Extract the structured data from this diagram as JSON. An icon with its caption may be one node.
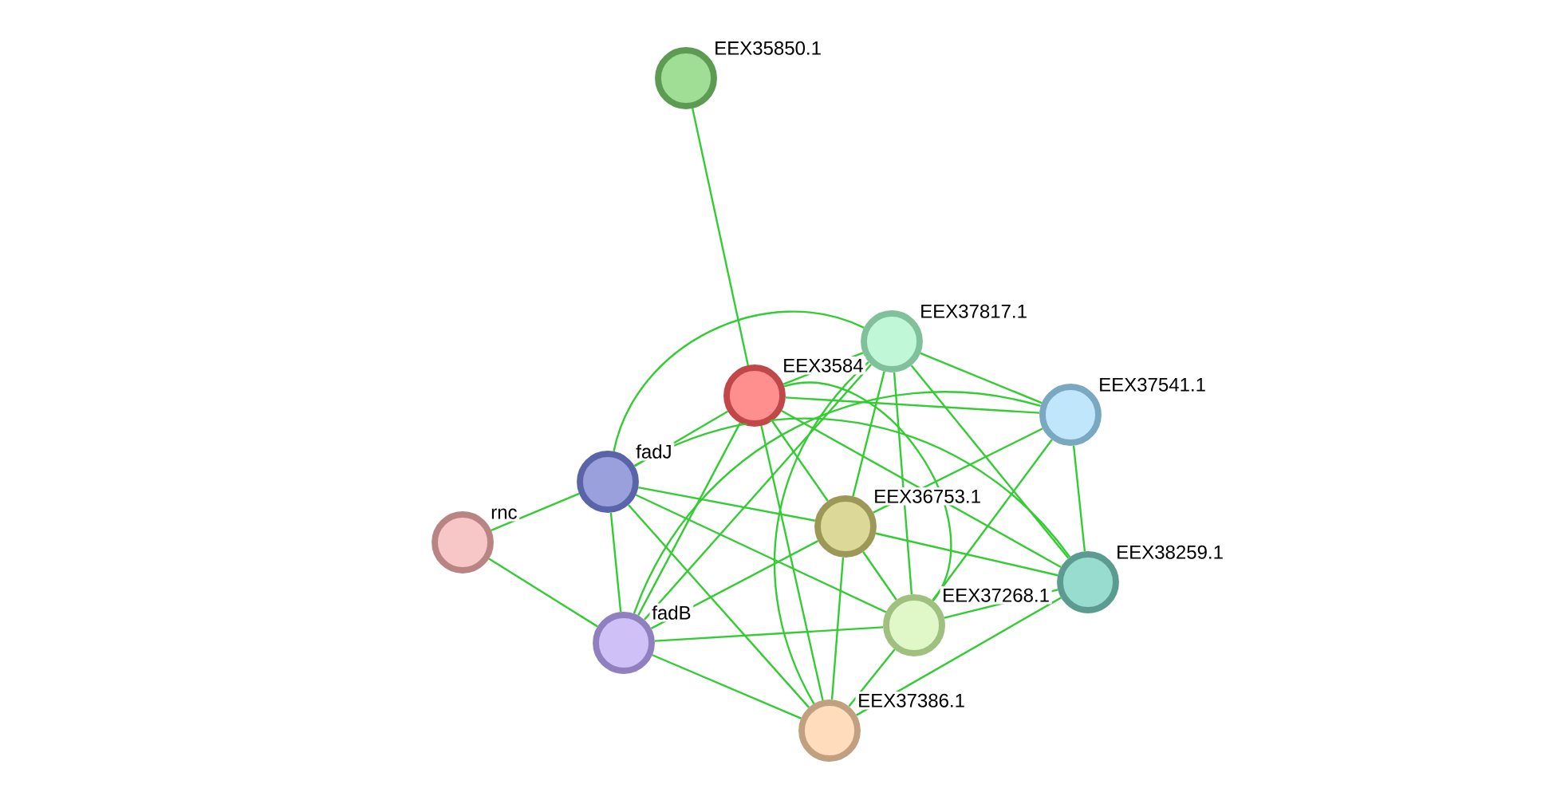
{
  "diagram": {
    "nodes": [
      {
        "text": [],
        "shape": "circle",
        "beside": [
          "EEX35850.1"
        ]
      },
      {
        "text": [],
        "shape": "circle",
        "beside": [
          "EEX3584"
        ]
      },
      {
        "text": [],
        "shape": "circle",
        "beside": [
          "EEX37817.1"
        ]
      },
      {
        "text": [],
        "shape": "circle",
        "beside": [
          "EEX37541.1"
        ]
      },
      {
        "text": [],
        "shape": "circle",
        "beside": [
          "fadJ"
        ]
      },
      {
        "text": [],
        "shape": "circle",
        "beside": [
          "rnc"
        ]
      },
      {
        "text": [],
        "shape": "circle",
        "beside": [
          "EEX36753.1"
        ]
      },
      {
        "text": [],
        "shape": "circle",
        "beside": [
          "EEX38259.1"
        ]
      },
      {
        "text": [],
        "shape": "circle",
        "beside": [
          "EEX37268.1"
        ]
      },
      {
        "text": [],
        "shape": "circle",
        "beside": [
          "fadB"
        ]
      },
      {
        "text": [],
        "shape": "circle",
        "beside": [
          "EEX37386.1"
        ]
      }
    ],
    "edges": [
      {
        "from": 0,
        "to": 1,
        "arrow": "none"
      },
      {
        "from": 1,
        "to": 2,
        "arrow": "none"
      },
      {
        "from": 1,
        "to": 3,
        "arrow": "none"
      },
      {
        "from": 1,
        "to": 4,
        "arrow": "none"
      },
      {
        "from": 1,
        "to": 6,
        "arrow": "none"
      },
      {
        "from": 1,
        "to": 8,
        "arrow": "none"
      },
      {
        "from": 1,
        "to": 9,
        "arrow": "none"
      },
      {
        "from": 1,
        "to": 10,
        "arrow": "none"
      },
      {
        "from": 1,
        "to": 7,
        "arrow": "none"
      },
      {
        "from": 2,
        "to": 3,
        "arrow": "none"
      },
      {
        "from": 2,
        "to": 4,
        "arrow": "none"
      },
      {
        "from": 2,
        "to": 6,
        "arrow": "none"
      },
      {
        "from": 2,
        "to": 8,
        "arrow": "none"
      },
      {
        "from": 2,
        "to": 7,
        "arrow": "none"
      },
      {
        "from": 2,
        "to": 9,
        "arrow": "none"
      },
      {
        "from": 2,
        "to": 10,
        "arrow": "none"
      },
      {
        "from": 3,
        "to": 6,
        "arrow": "none"
      },
      {
        "from": 3,
        "to": 8,
        "arrow": "none"
      },
      {
        "from": 3,
        "to": 7,
        "arrow": "none"
      },
      {
        "from": 3,
        "to": 9,
        "arrow": "none"
      },
      {
        "from": 4,
        "to": 5,
        "arrow": "none"
      },
      {
        "from": 4,
        "to": 6,
        "arrow": "none"
      },
      {
        "from": 4,
        "to": 8,
        "arrow": "none"
      },
      {
        "from": 4,
        "to": 9,
        "arrow": "none"
      },
      {
        "from": 4,
        "to": 10,
        "arrow": "none"
      },
      {
        "from": 4,
        "to": 7,
        "arrow": "none"
      },
      {
        "from": 5,
        "to": 9,
        "arrow": "none"
      },
      {
        "from": 6,
        "to": 8,
        "arrow": "none"
      },
      {
        "from": 6,
        "to": 9,
        "arrow": "none"
      },
      {
        "from": 6,
        "to": 10,
        "arrow": "none"
      },
      {
        "from": 6,
        "to": 7,
        "arrow": "none"
      },
      {
        "from": 7,
        "to": 8,
        "arrow": "none"
      },
      {
        "from": 7,
        "to": 10,
        "arrow": "none"
      },
      {
        "from": 8,
        "to": 9,
        "arrow": "none"
      },
      {
        "from": 8,
        "to": 10,
        "arrow": "none"
      },
      {
        "from": 9,
        "to": 10,
        "arrow": "none"
      }
    ]
  }
}
